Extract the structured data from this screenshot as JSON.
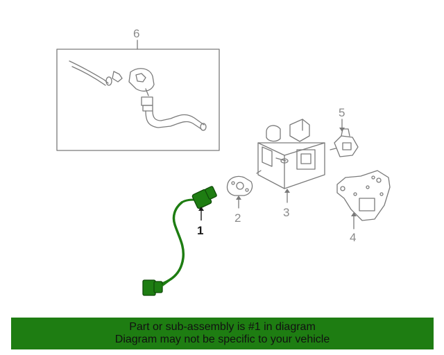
{
  "diagram": {
    "callouts": [
      {
        "id": "1",
        "label": "1",
        "highlighted": true
      },
      {
        "id": "2",
        "label": "2",
        "highlighted": false
      },
      {
        "id": "3",
        "label": "3",
        "highlighted": false
      },
      {
        "id": "4",
        "label": "4",
        "highlighted": false
      },
      {
        "id": "5",
        "label": "5",
        "highlighted": false
      },
      {
        "id": "6",
        "label": "6",
        "highlighted": false
      }
    ],
    "highlight_color": "#1e7d12",
    "line_color": "#8a8a8a"
  },
  "banner": {
    "line1": "Part or sub-assembly is #1 in diagram",
    "line2": "Diagram may not be specific to your vehicle",
    "background": "#1e7d12"
  }
}
